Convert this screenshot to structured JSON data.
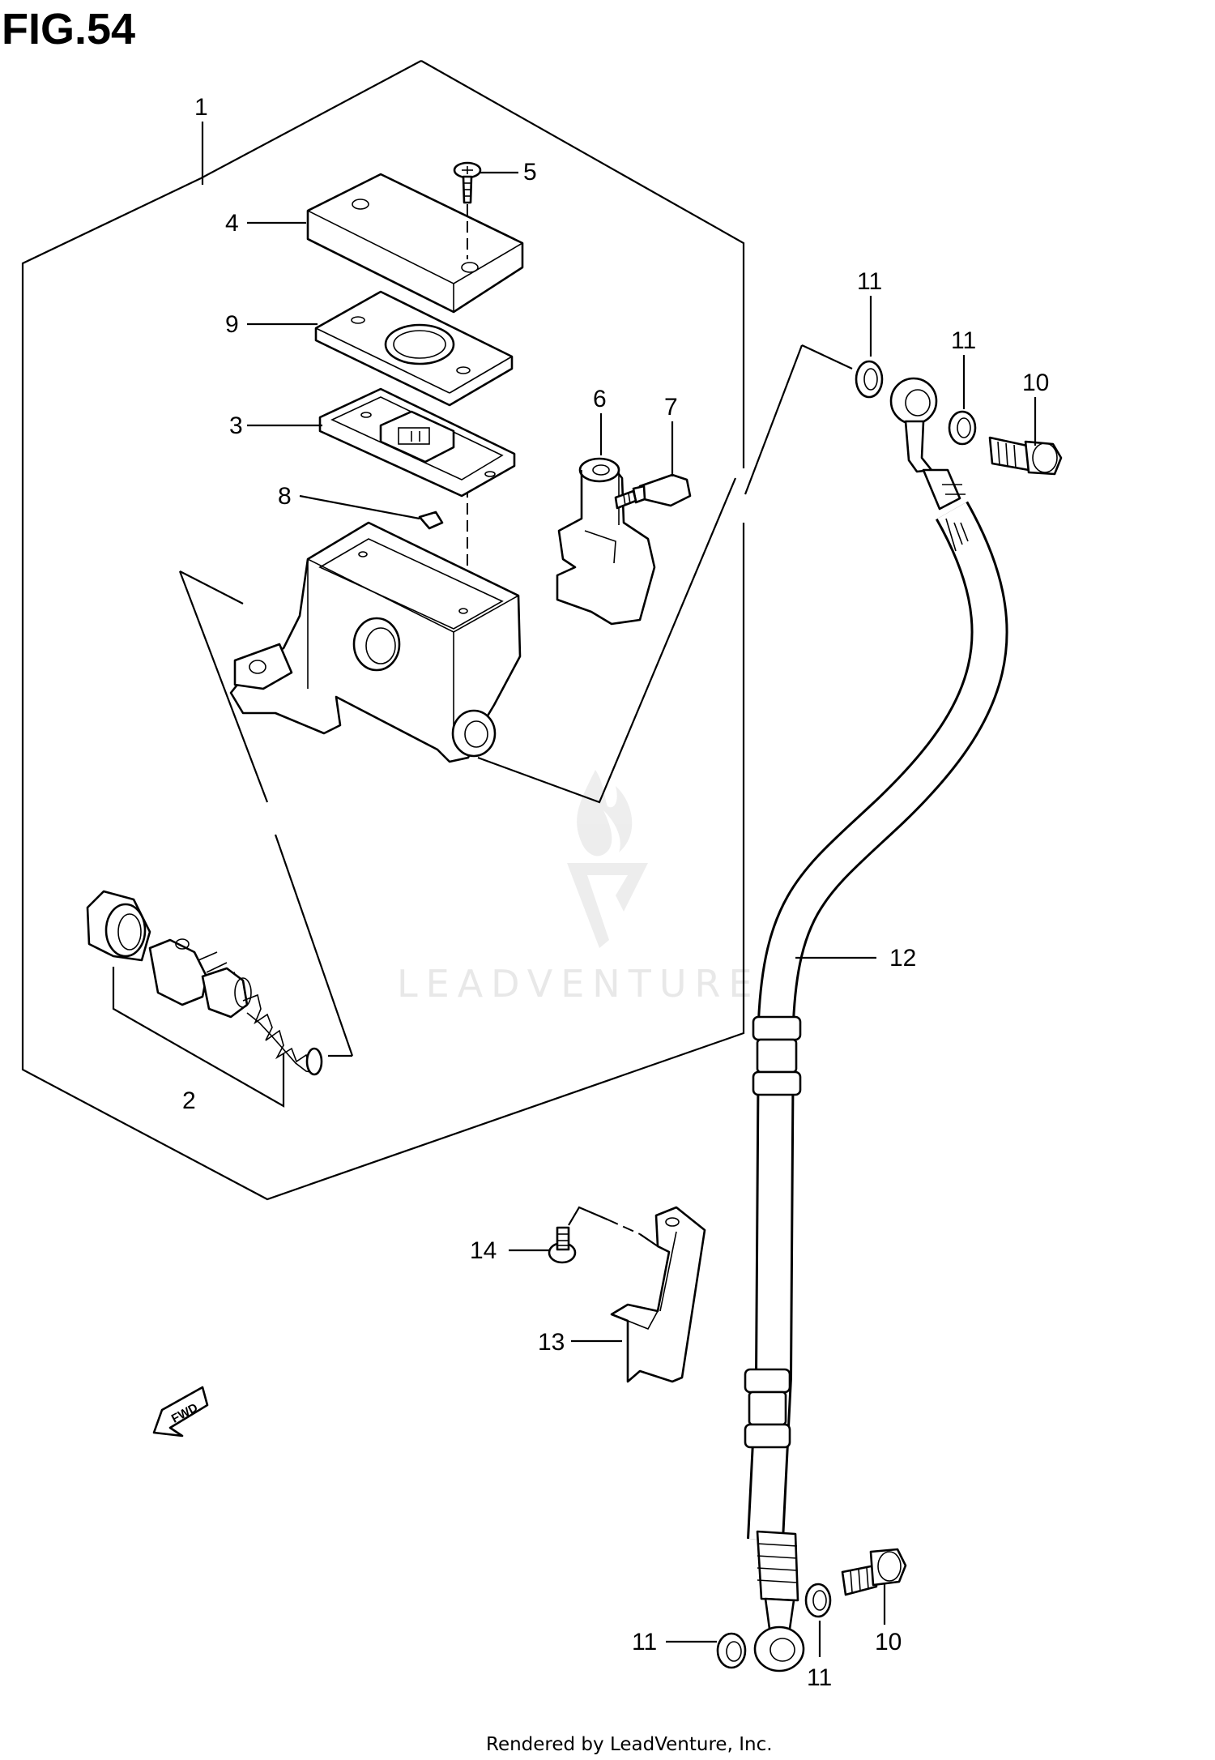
{
  "figure": {
    "title": "FIG.54",
    "footer": "Rendered by LeadVenture, Inc.",
    "watermark": "LEADVENTURE",
    "direction_arrow_text": "FWD"
  },
  "callouts": [
    {
      "id": "callout-1",
      "text": "1"
    },
    {
      "id": "callout-2",
      "text": "2"
    },
    {
      "id": "callout-3",
      "text": "3"
    },
    {
      "id": "callout-4",
      "text": "4"
    },
    {
      "id": "callout-5",
      "text": "5"
    },
    {
      "id": "callout-6",
      "text": "6"
    },
    {
      "id": "callout-7",
      "text": "7"
    },
    {
      "id": "callout-8",
      "text": "8"
    },
    {
      "id": "callout-9",
      "text": "9"
    },
    {
      "id": "callout-10a",
      "text": "10"
    },
    {
      "id": "callout-10b",
      "text": "10"
    },
    {
      "id": "callout-11a",
      "text": "11"
    },
    {
      "id": "callout-11b",
      "text": "11"
    },
    {
      "id": "callout-11c",
      "text": "11"
    },
    {
      "id": "callout-11d",
      "text": "11"
    },
    {
      "id": "callout-12",
      "text": "12"
    },
    {
      "id": "callout-13",
      "text": "13"
    },
    {
      "id": "callout-14",
      "text": "14"
    }
  ]
}
